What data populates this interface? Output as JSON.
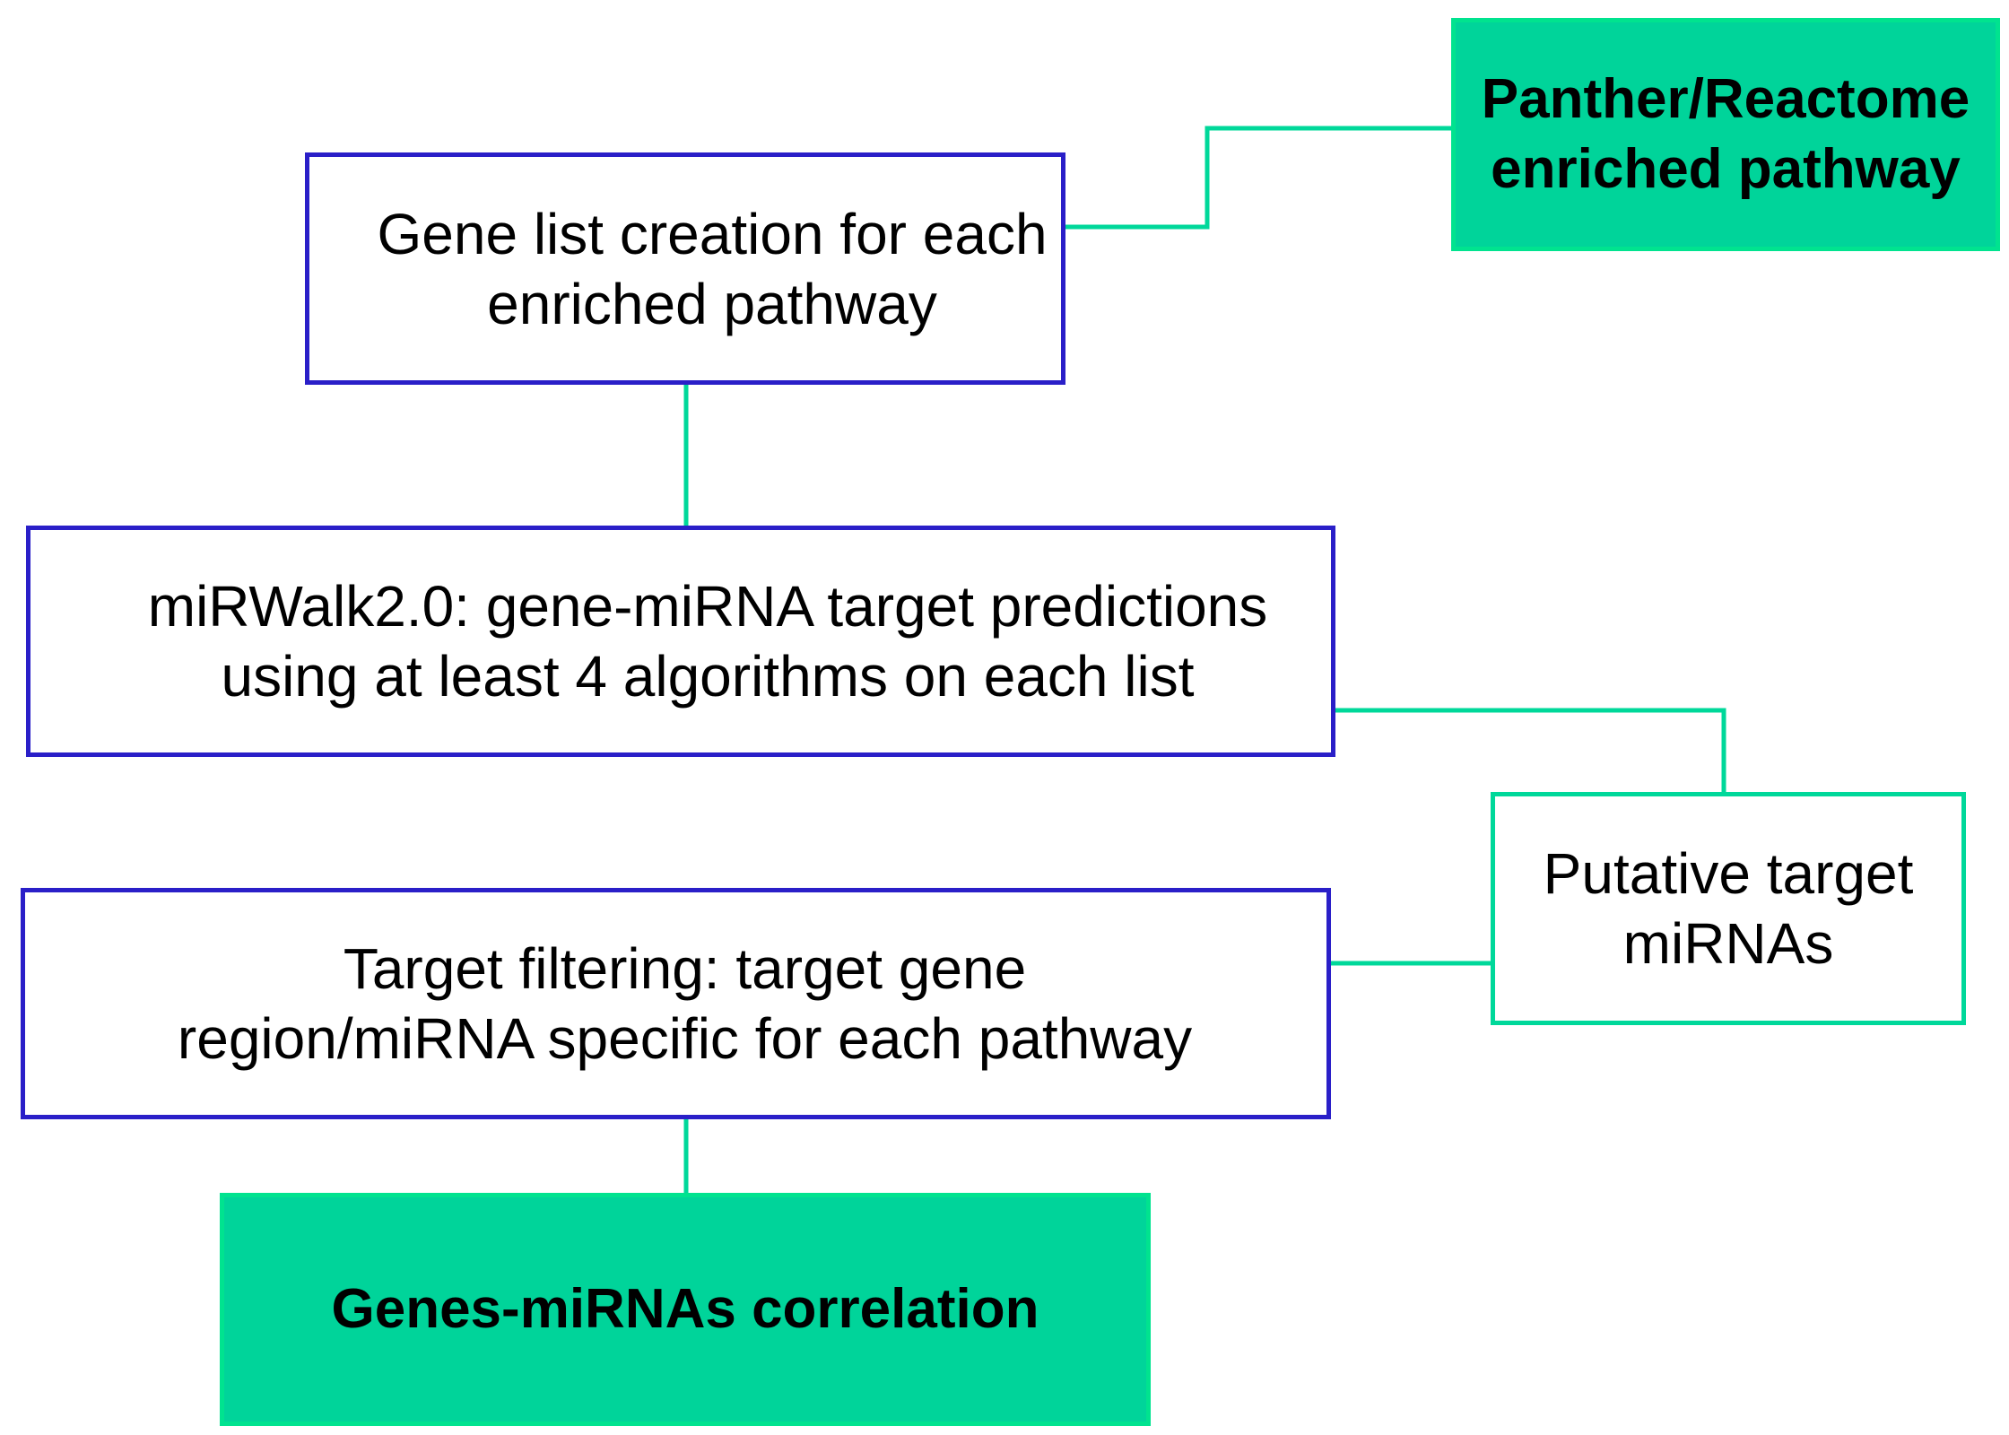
{
  "nodes": {
    "panther": {
      "lines": [
        "Panther/Reactome",
        "enriched pathway"
      ]
    },
    "gene_list": {
      "lines": [
        "Gene list creation for each",
        "enriched pathway"
      ]
    },
    "mirwalk": {
      "lines": [
        "miRWalk2.0: gene-miRNA target predictions",
        "using at least 4 algorithms on each list"
      ]
    },
    "putative": {
      "lines": [
        "Putative target",
        "miRNAs"
      ]
    },
    "target_filtering": {
      "lines": [
        "Target filtering: target gene",
        "region/miRNA specific for each pathway"
      ]
    },
    "correlation": {
      "lines": [
        "Genes-miRNAs correlation"
      ]
    }
  },
  "colors": {
    "outline_blue": "#2a1fc8",
    "connector_green": "#00d89a",
    "fill_green": "#00d49a"
  }
}
